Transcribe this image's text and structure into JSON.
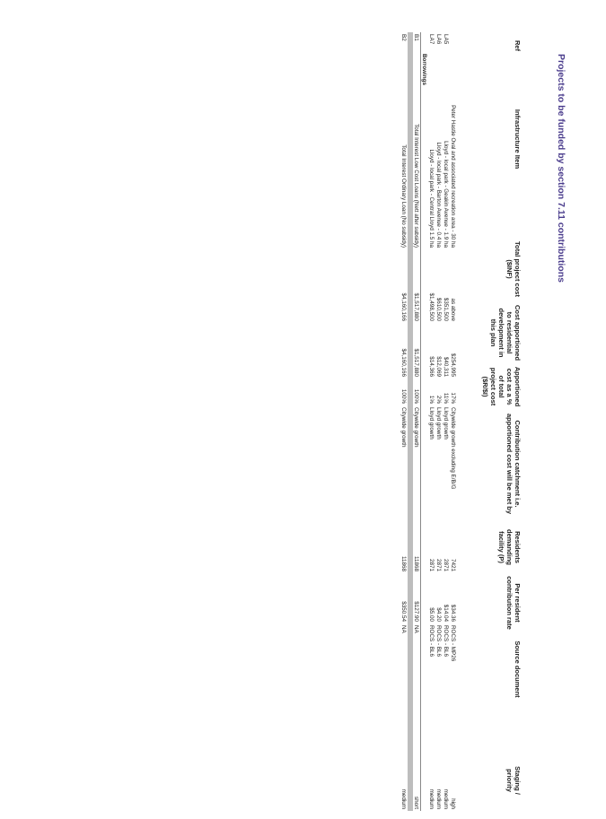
{
  "page": {
    "title": "Projects to be funded by section 7.11 contributions"
  },
  "headers": {
    "ref": "Ref",
    "item": "Infrastructure Item",
    "total_cost": "Total project cost ($INF)",
    "apportioned_cost": "Cost apportioned to residential development in this plan",
    "apportioned_pct": "Apportioned cost as a % of total project cost ($R/$I)",
    "catchment": "Contribution catchment i.e. apportioned cost will be met by",
    "residents": "Residents demanding facility (P)",
    "rate": "Per resident contribution rate",
    "source": "Source document",
    "staging": "Staging / priority"
  },
  "rows": [
    {
      "ref": "",
      "item": "Peter Hastie Oval and associated recreation area - 30 ha",
      "total": "as above",
      "apportioned": "$254,995",
      "pct": "17%",
      "catchment": "Citywide growth excluding E/B/G",
      "residents": "7421",
      "rate": "$34.36",
      "source": "ROCS - MP26",
      "staging": "high"
    },
    {
      "ref": "LA5",
      "item": "Lloyd - local park - Geakin Avenue - 1.9 ha",
      "total": "$351,500",
      "apportioned": "$40,311",
      "pct": "11%",
      "catchment": "Lloyd growth",
      "residents": "2871",
      "rate": "$14.04",
      "source": "ROCS - BL6",
      "staging": "medium"
    },
    {
      "ref": "LA6",
      "item": "Lloyd - local park - Barton Avenue - 0.4 ha",
      "total": "$610,500",
      "apportioned": "$12,069",
      "pct": "2%",
      "catchment": "Lloyd growth",
      "residents": "2871",
      "rate": "$4.20",
      "source": "ROCS - BL6",
      "staging": "medium"
    },
    {
      "ref": "LA7",
      "item": "Lloyd - local park - Central Lloyd 1.5 ha",
      "total": "$1,498,500",
      "apportioned": "$14,366",
      "pct": "1%",
      "catchment": "Lloyd growth",
      "residents": "2871",
      "rate": "$5.00",
      "source": "ROCS - BL6",
      "staging": "medium"
    }
  ],
  "borrowings": {
    "label": "Borrowings",
    "rows": [
      {
        "ref": "B1",
        "item": "Total Interest Low Cost Loans (Nett after subsidy)",
        "total": "$1,517,880",
        "apportioned": "$1,517,880",
        "pct": "100%",
        "catchment": "Citywide growth",
        "residents": "11868",
        "rate": "$127.90",
        "source": "NA",
        "staging": "short"
      },
      {
        "ref": "B2",
        "item": "Total Interest Ordinary Loan (No subsidy)",
        "total": "$4,160,166",
        "apportioned": "$4,160,166",
        "pct": "100%",
        "catchment": "Citywide growth",
        "residents": "11868",
        "rate": "$350.54",
        "source": "NA",
        "staging": "medium"
      }
    ]
  }
}
